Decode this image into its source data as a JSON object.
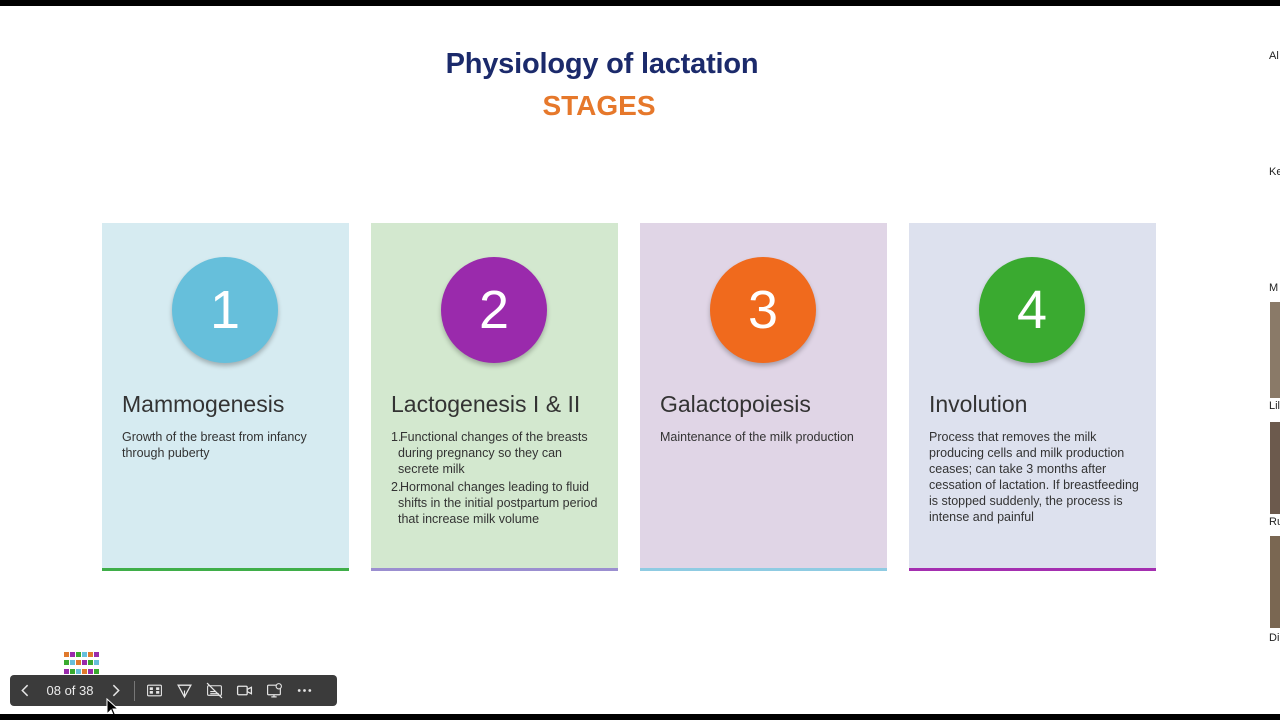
{
  "slide": {
    "title": "Physiology of lactation",
    "subtitle": "STAGES",
    "stages": [
      {
        "number": "1",
        "name": "Mammogenesis",
        "description": "Growth of the breast from infancy through puberty",
        "bg": "#d6ebf1",
        "circle": "#66bfdb",
        "underline": "#3fae49"
      },
      {
        "number": "2",
        "name": "Lactogenesis I & II",
        "points": [
          "Functional changes of the breasts during pregnancy so they can secrete milk",
          "Hormonal changes leading to fluid shifts in the initial postpartum period that increase milk volume"
        ],
        "bg": "#d3e8cf",
        "circle": "#9a2aac",
        "underline": "#9b8fd0"
      },
      {
        "number": "3",
        "name": "Galactopoiesis",
        "description": "Maintenance of the milk production",
        "bg": "#e0d5e6",
        "circle": "#f06a1d",
        "underline": "#8fcbe2"
      },
      {
        "number": "4",
        "name": "Involution",
        "description": "Process that removes the milk producing cells and milk production ceases; can take 3 months after cessation of lactation. If breastfeeding is stopped suddenly, the process is intense and painful",
        "bg": "#dde1ee",
        "circle": "#3aaa30",
        "underline": "#a42fb0"
      }
    ]
  },
  "toolbar": {
    "page_counter": "08 of 38",
    "icons": [
      "chevron-left-icon",
      "chevron-right-icon",
      "grid-view-icon",
      "pen-icon",
      "subtitles-off-icon",
      "video-icon",
      "presenter-icon",
      "more-icon"
    ]
  },
  "side_panel": {
    "labels": [
      "Al",
      "Ke",
      "M",
      "Lil",
      "Ru",
      "Di"
    ]
  }
}
